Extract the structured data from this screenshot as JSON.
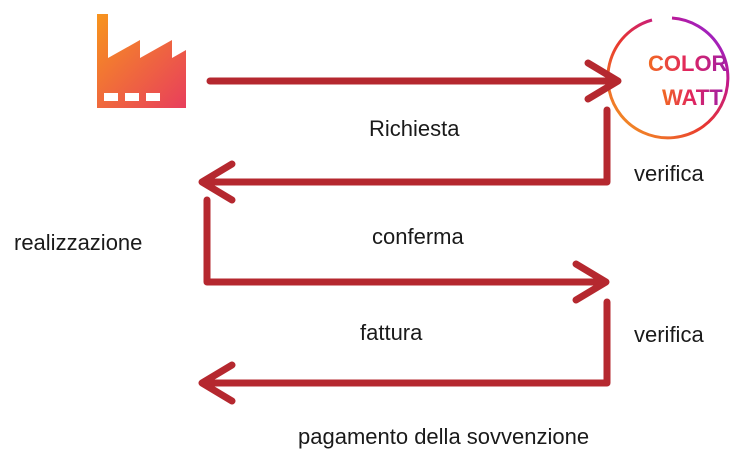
{
  "logo": {
    "line1": "COLOR",
    "line2": "WATT",
    "ring_gradient": [
      "#f5a623",
      "#e8362f",
      "#c0178f",
      "#7b2ff7"
    ]
  },
  "icons": {
    "factory": "factory-icon",
    "factory_colors": [
      "#f7941d",
      "#e83e5c"
    ]
  },
  "arrow_color": "#b5282f",
  "steps": {
    "richiesta": "Richiesta",
    "verifica_1": "verifica",
    "conferma": "conferma",
    "realizzazione": "realizzazione",
    "fattura": "fattura",
    "verifica_2": "verifica",
    "pagamento": "pagamento della sovvenzione"
  }
}
